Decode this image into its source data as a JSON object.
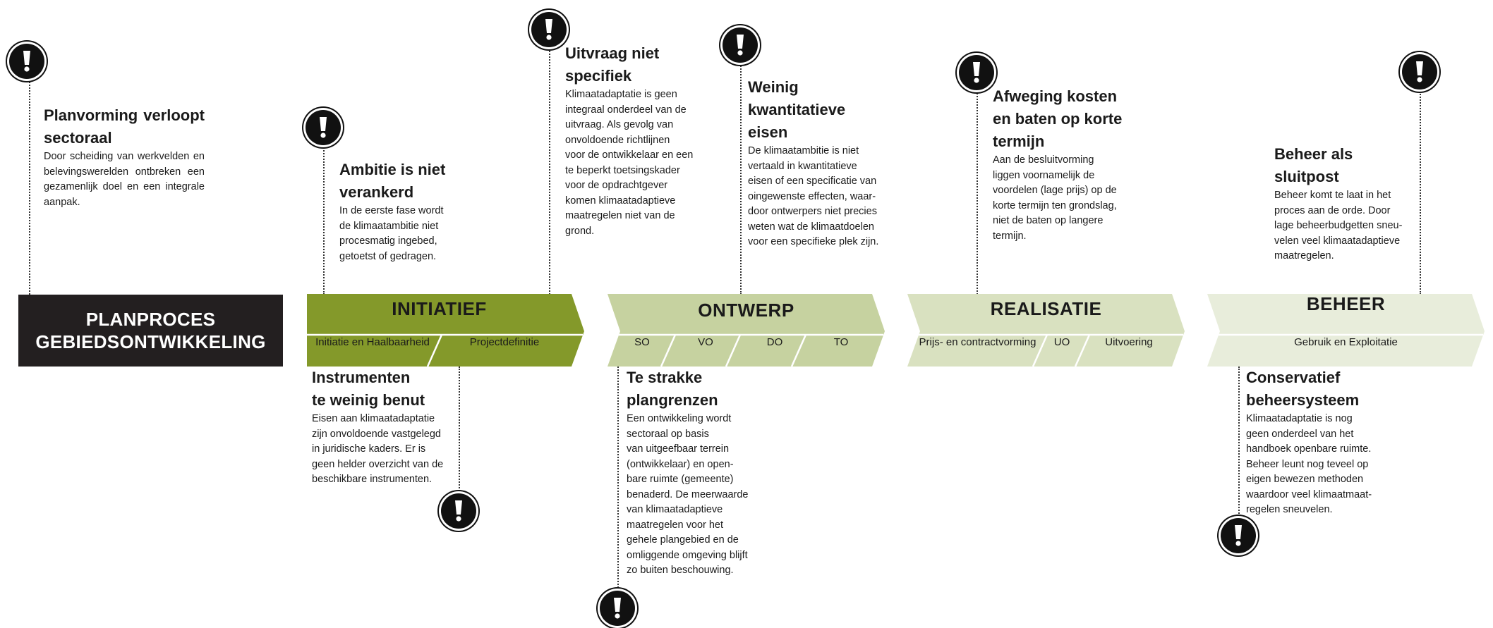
{
  "header": {
    "line1": "PLANPROCES",
    "line2": "GEBIEDSONTWIKKELING"
  },
  "phases": {
    "initiatief": {
      "label": "INITIATIEF",
      "color": "#84992a",
      "subs": [
        "Initiatie en Haalbaarheid",
        "Projectdefinitie"
      ]
    },
    "ontwerp": {
      "label": "ONTWERP",
      "color": "#c6d2a0",
      "subs": [
        "SO",
        "VO",
        "DO",
        "TO"
      ]
    },
    "realisatie": {
      "label": "REALISATIE",
      "color": "#d9e1c0",
      "subs": [
        "Prijs- en contractvorming",
        "UO",
        "Uitvoering"
      ]
    },
    "beheer": {
      "label": "BEHEER",
      "color": "#e8eddb",
      "subs": [
        "Gebruik en Exploitatie"
      ]
    }
  },
  "issues": {
    "sectoraal": {
      "title1": "Planvorming verloopt",
      "title2": "sectoraal",
      "body": "Door scheiding van werkvelden en belevingswerelden ontbreken een gezamenlijk doel en een integrale aanpak."
    },
    "ambitie": {
      "title1": "Ambitie is niet",
      "title2": "verankerd",
      "lines": [
        "In de eerste fase wordt",
        "de klimaatambitie niet",
        "procesmatig ingebed,",
        "getoetst of gedragen."
      ]
    },
    "uitvraag": {
      "title1": "Uitvraag niet",
      "title2": "specifiek",
      "lines": [
        "Klimaatadaptatie is geen",
        "integraal onderdeel van de",
        "uitvraag. Als gevolg van",
        "onvoldoende richtlijnen",
        "voor de ontwikkelaar en een",
        "te beperkt toetsingskader",
        "voor de opdrachtgever",
        "komen klimaatadaptieve",
        "maatregelen niet van de",
        "grond."
      ]
    },
    "weinig": {
      "title1": "Weinig",
      "title2": "kwantitatieve",
      "title3": "eisen",
      "lines": [
        "De klimaatambitie is niet",
        "vertaald in kwantitatieve",
        "eisen of een specificatie van",
        "oingewenste effecten, waar-",
        "door ontwerpers niet precies",
        "weten wat de klimaatdoelen",
        "voor een specifieke plek zijn."
      ]
    },
    "afweging": {
      "title1": "Afweging kosten",
      "title2": "en baten op korte",
      "title3": "termijn",
      "lines": [
        "Aan de besluitvorming",
        "liggen voornamelijk de",
        "voordelen (lage prijs) op de",
        "korte termijn ten grondslag,",
        "niet de baten op langere",
        "termijn."
      ]
    },
    "sluitpost": {
      "title1": "Beheer als",
      "title2": "sluitpost",
      "lines": [
        "Beheer komt te laat in het",
        "proces aan de orde. Door",
        "lage beheerbudgetten sneu-",
        "velen veel klimaatadaptieve",
        "maatregelen."
      ]
    },
    "instrumenten": {
      "title1": "Instrumenten",
      "title2": "te weinig benut",
      "lines": [
        "Eisen aan klimaatadaptatie",
        "zijn onvoldoende vastgelegd",
        "in juridische kaders. Er is",
        "geen helder overzicht van de",
        "beschikbare instrumenten."
      ]
    },
    "plangrenzen": {
      "title1": "Te strakke",
      "title2": "plangrenzen",
      "lines": [
        "Een ontwikkeling wordt",
        "sectoraal op basis",
        "van uitgeefbaar terrein",
        "(ontwikkelaar) en open-",
        "bare ruimte (gemeente)",
        "benaderd. De meerwaarde",
        "van klimaatadaptieve",
        "maatregelen voor het",
        "gehele plangebied en de",
        "omliggende omgeving blijft",
        "zo buiten beschouwing."
      ]
    },
    "conservatief": {
      "title1": "Conservatief",
      "title2": "beheersysteem",
      "lines": [
        "Klimaatadaptatie is nog",
        "geen onderdeel van het",
        "handboek openbare ruimte.",
        "Beheer leunt nog teveel op",
        "eigen bewezen methoden",
        "waardoor veel klimaatmaat-",
        "regelen sneuvelen."
      ]
    }
  }
}
